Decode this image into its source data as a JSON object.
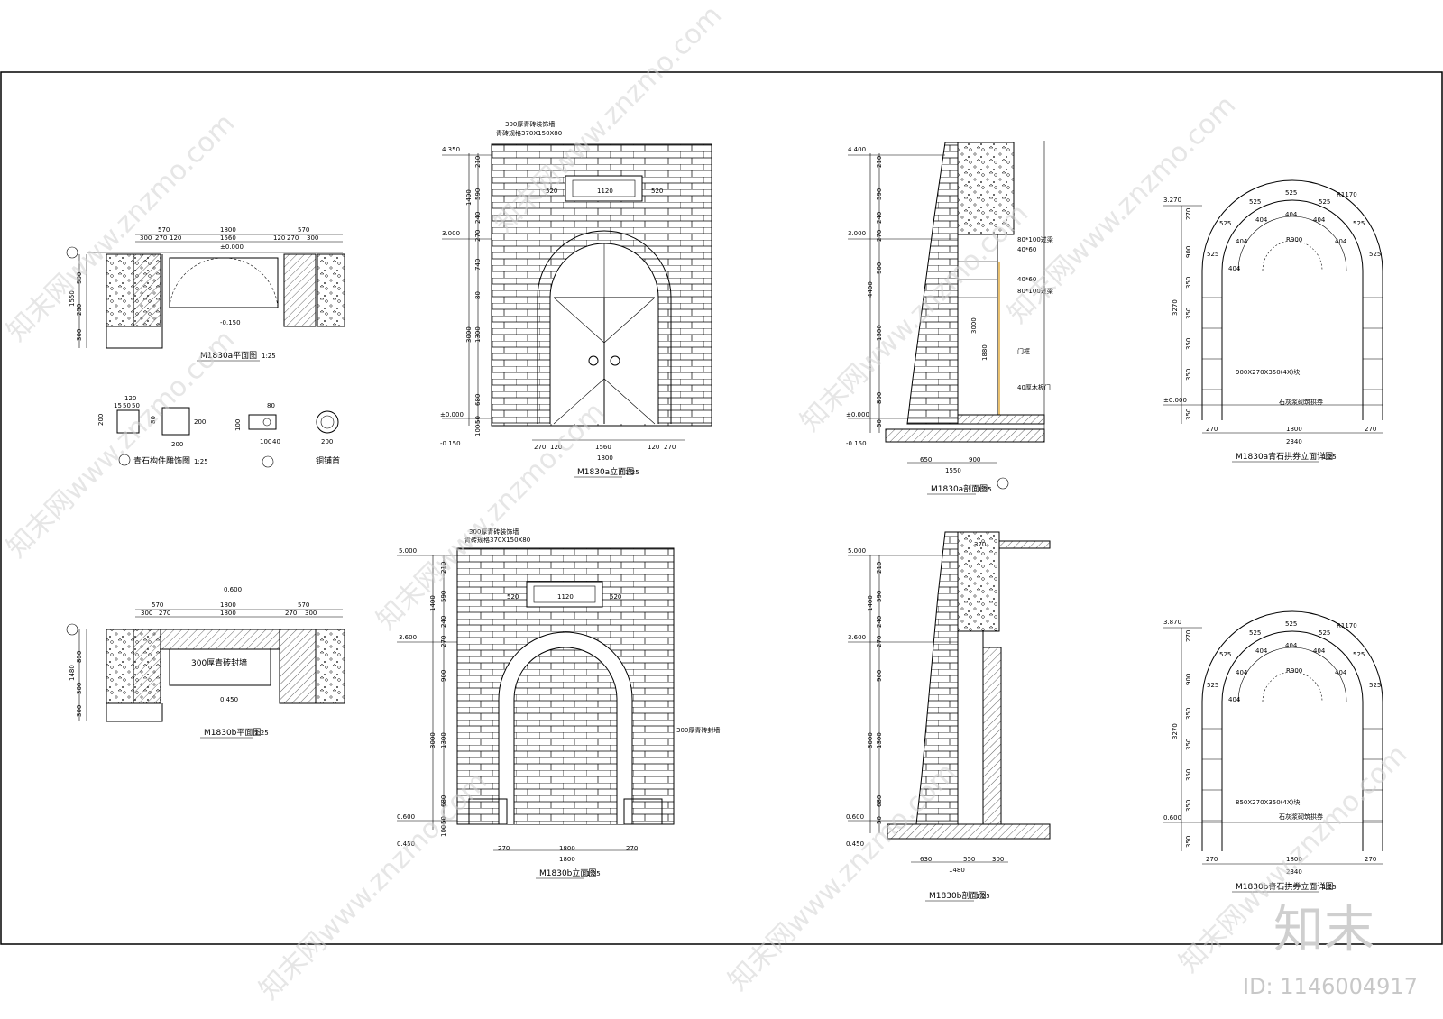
{
  "titles": {
    "plan_a": "M1830a平面图",
    "plan_b": "M1830b平面图",
    "elev_a": "M1830a立面图",
    "elev_b": "M1830b立面图",
    "sect_a": "M1830a剖面图",
    "sect_b": "M1830b剖面图",
    "arch_a": "M1830a青石拱券立面详图",
    "arch_b": "M1830b青石拱券立面详图",
    "detail_a": "青石构件雕饰图",
    "detail_c": "铜铺首",
    "scale": "1:25"
  },
  "plan_a": {
    "dims_top": [
      "570",
      "1800",
      "570"
    ],
    "dims_sub": [
      "300",
      "270",
      "120",
      "1560",
      "120",
      "270",
      "300"
    ],
    "level_top": "±0.000",
    "level_bottom": "-0.150",
    "dims_left": [
      "900",
      "250",
      "300",
      "1550"
    ]
  },
  "plan_b": {
    "level_top": "0.600",
    "dims_top": [
      "570",
      "1800",
      "570"
    ],
    "dims_sub": [
      "300",
      "270",
      "1800",
      "270",
      "300"
    ],
    "wall_note": "300厚青砖封墙",
    "level_bottom": "0.450",
    "dims_left": [
      "850",
      "300",
      "300",
      "1480"
    ]
  },
  "elev_a": {
    "note_top1": "300厚青砖装饰墙",
    "note_top2": "青砖规格370X150X80",
    "levels": [
      "4.350",
      "3.000",
      "±0.000",
      "-0.150"
    ],
    "dims_left": [
      "210",
      "590",
      "240",
      "270",
      "740",
      "80",
      "1300",
      "680",
      "50",
      "100",
      "1400",
      "3000"
    ],
    "plaque_dims": [
      "520",
      "1120",
      "520"
    ],
    "dims_bottom": [
      "270",
      "120",
      "1560",
      "120",
      "270"
    ],
    "dim_total": "1800"
  },
  "elev_b": {
    "note_top1": "300厚青砖装饰墙",
    "note_top2": "青砖规格370X150X80",
    "levels": [
      "5.000",
      "3.600",
      "0.600",
      "0.450"
    ],
    "dims_left": [
      "210",
      "590",
      "240",
      "270",
      "900",
      "1300",
      "680",
      "50",
      "100",
      "1400",
      "3000"
    ],
    "plaque_dims": [
      "520",
      "1120",
      "520"
    ],
    "dims_bottom": [
      "270",
      "1800",
      "270"
    ],
    "dim_total": "1800",
    "note_fill": "300厚青砖封墙"
  },
  "sect_a": {
    "levels": [
      "4.400",
      "3.000",
      "±0.000",
      "-0.150"
    ],
    "dims_left": [
      "210",
      "590",
      "240",
      "270",
      "900",
      "1300",
      "800",
      "50",
      "4400"
    ],
    "notes": [
      "80*100过梁",
      "40*60",
      "40*60",
      "80*100过梁",
      "门框",
      "40厚木板门"
    ],
    "dims_bottom": [
      "650",
      "900"
    ],
    "dim_total": "1550",
    "inner_dims": [
      "3000",
      "1880"
    ]
  },
  "sect_b": {
    "levels": [
      "5.000",
      "3.600",
      "0.600",
      "0.450"
    ],
    "dims_left": [
      "210",
      "590",
      "240",
      "270",
      "900",
      "1300",
      "680",
      "50",
      "1400",
      "3000"
    ],
    "dims_bottom": [
      "630",
      "550",
      "300"
    ],
    "dim_total": "1480",
    "inner_note": "370"
  },
  "arch_a": {
    "level_top": "3.270",
    "level_bottom": "±0.000",
    "dims_left": [
      "270",
      "900",
      "350",
      "350",
      "350",
      "350",
      "350",
      "3270"
    ],
    "voussoirs": [
      "R1170",
      "525",
      "525",
      "525",
      "525",
      "525",
      "525",
      "525",
      "404",
      "404",
      "404",
      "404",
      "404",
      "404"
    ],
    "spring": "R900",
    "dims_bottom": [
      "270",
      "1800",
      "270"
    ],
    "dim_total": "2340",
    "note": "900X270X350(4X)块",
    "sub_note": "石灰浆砌筑拱券"
  },
  "arch_b": {
    "level_top": "3.870",
    "level_bottom": "0.600",
    "dims_left": [
      "270",
      "900",
      "350",
      "350",
      "350",
      "350",
      "350",
      "3270"
    ],
    "voussoirs": [
      "R1170",
      "525",
      "525",
      "525",
      "525",
      "525",
      "525",
      "525",
      "404",
      "404",
      "404",
      "404",
      "404",
      "404"
    ],
    "spring": "R900",
    "dims_bottom": [
      "270",
      "1800",
      "270"
    ],
    "dim_total": "2340",
    "note": "850X270X350(4X)块",
    "sub_note": "石灰浆砌筑拱券"
  },
  "details": {
    "a_dims": [
      "120",
      "15",
      "50",
      "50",
      "200",
      "80",
      "200",
      "200"
    ],
    "b_dims": [
      "80",
      "100",
      "100",
      "40"
    ],
    "c_dims": [
      "200"
    ]
  },
  "watermark": {
    "text": "知末网www.znzmo.com",
    "brand": "知末",
    "id": "ID: 1146004917"
  }
}
